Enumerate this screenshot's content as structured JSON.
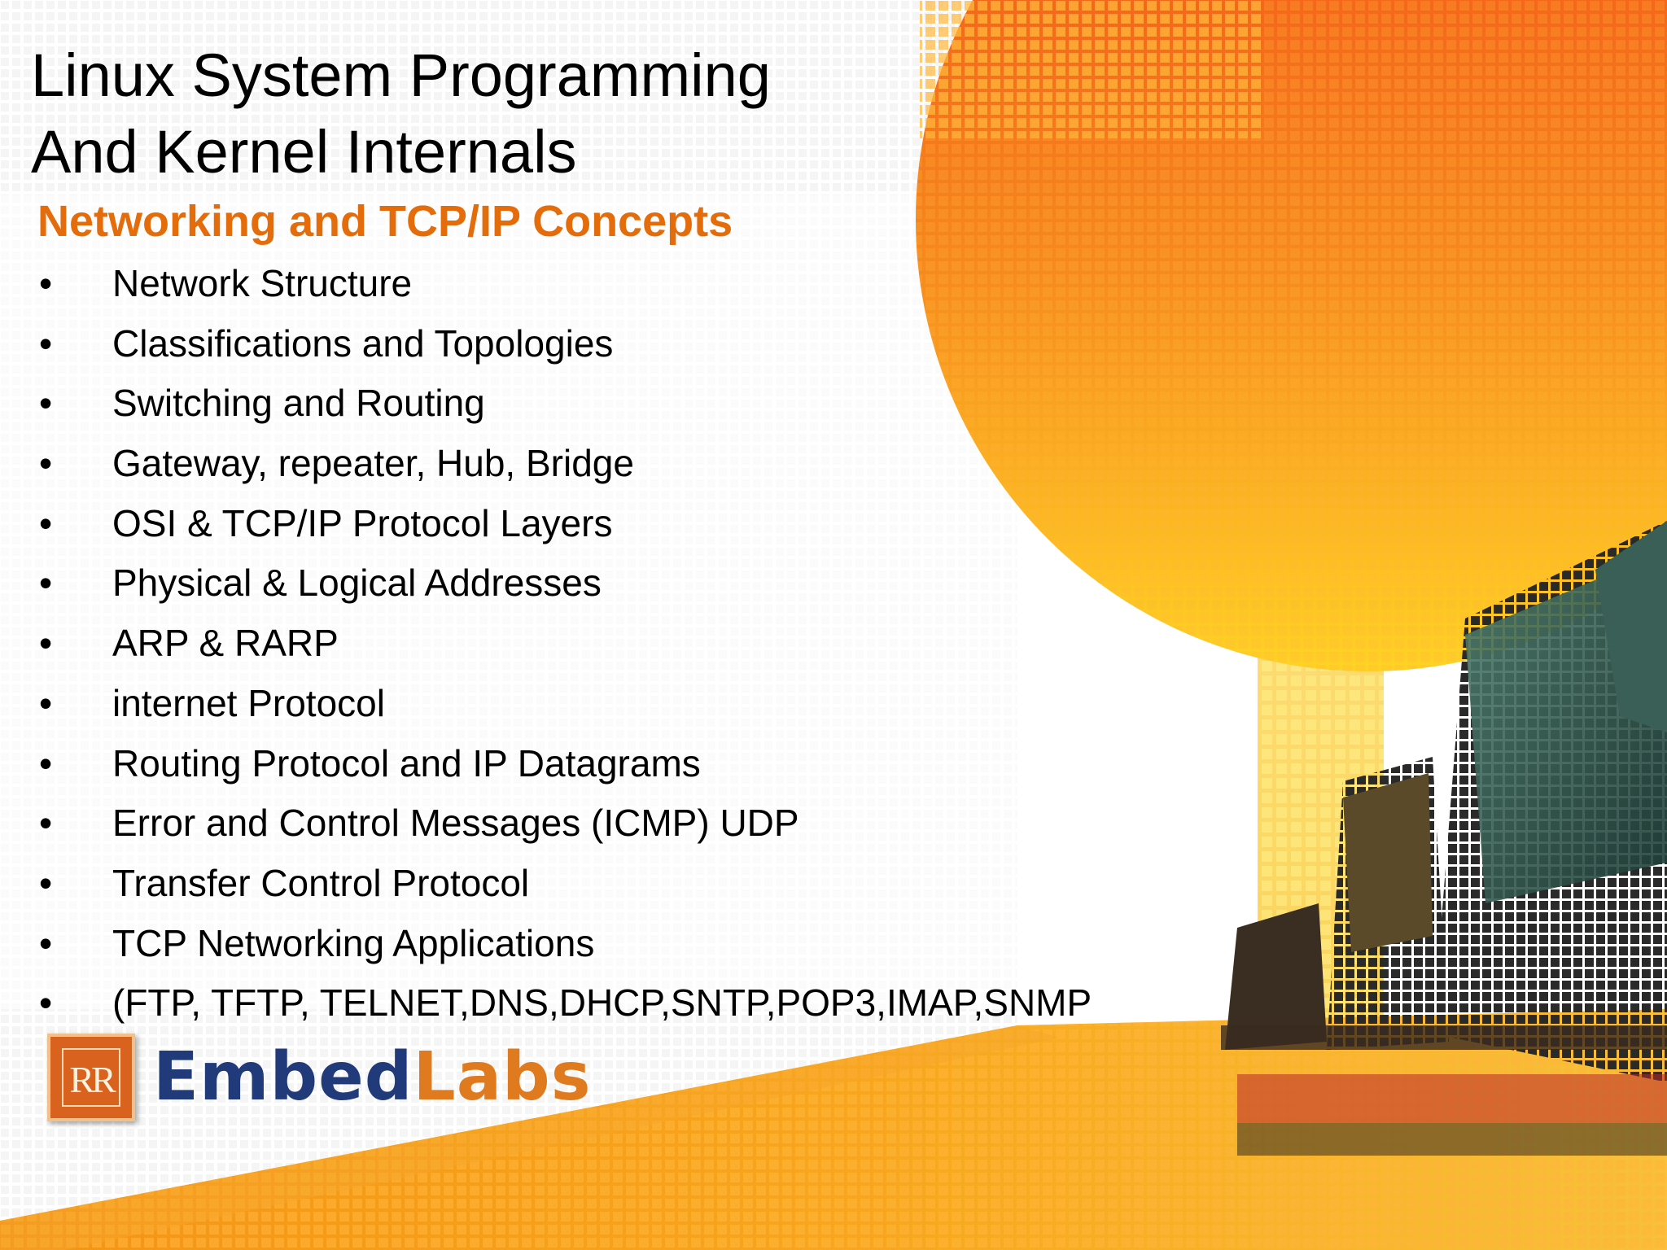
{
  "slide": {
    "title_line_1": "Linux System Programming",
    "title_line_2": "And Kernel Internals",
    "subtitle": "Networking and TCP/IP Concepts",
    "bullet_char": "•",
    "bullets": [
      "Network Structure",
      "Classifications and Topologies",
      "Switching and Routing",
      "Gateway, repeater, Hub, Bridge",
      "OSI & TCP/IP Protocol Layers",
      "Physical & Logical Addresses",
      "ARP & RARP",
      "internet Protocol",
      "Routing Protocol and IP Datagrams",
      "Error and Control Messages (ICMP) UDP",
      "Transfer Control Protocol",
      "TCP Networking Applications",
      "(FTP, TFTP, TELNET,DNS,DHCP,SNTP,POP3,IMAP,SNMP"
    ]
  },
  "logo": {
    "badge_text": "RR",
    "word_1": "Embed",
    "word_2": "Labs"
  },
  "colors": {
    "subtitle": "#E46C0A",
    "logo_navy": "#213A7A",
    "logo_orange": "#E07A1E",
    "sun_orange": "#F07A1C"
  }
}
